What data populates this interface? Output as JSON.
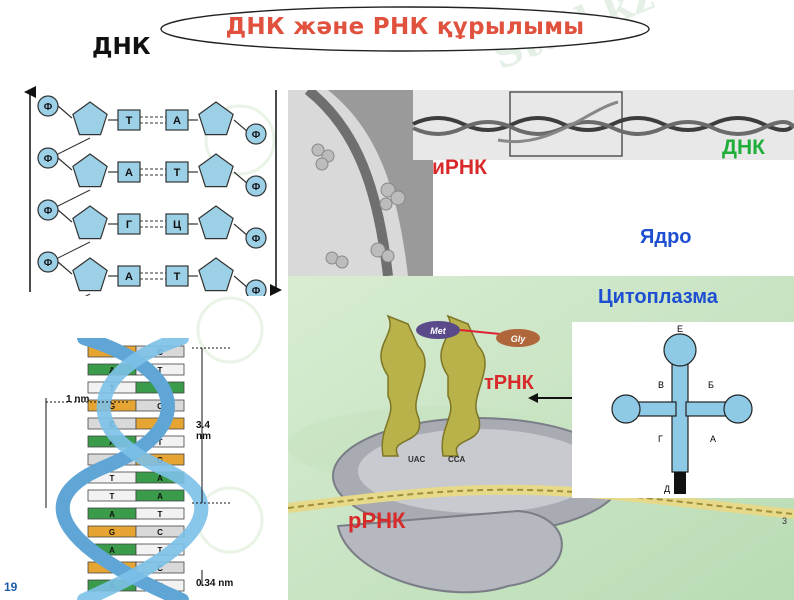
{
  "slide": {
    "title": "ДНК және РНК құрылымы",
    "side_label": "ДНК",
    "page_number": "19",
    "watermark": "Stud.kz"
  },
  "dna_schematic": {
    "phosphate_label": "Ф",
    "left_bases": [
      "Т",
      "А",
      "Г",
      "А"
    ],
    "right_bases": [
      "А",
      "Т",
      "Ц",
      "Т"
    ]
  },
  "helix": {
    "scale_labels": [
      "1 nm",
      "3.4 nm",
      "0.34 nm"
    ],
    "base_pairs": [
      [
        "G",
        "C"
      ],
      [
        "A",
        "T"
      ],
      [
        "T",
        "A"
      ],
      [
        "G",
        "C"
      ],
      [
        "C",
        "G"
      ],
      [
        "A",
        "T"
      ],
      [
        "C",
        "G"
      ],
      [
        "T",
        "A"
      ],
      [
        "T",
        "A"
      ],
      [
        "A",
        "T"
      ],
      [
        "G",
        "C"
      ],
      [
        "A",
        "T"
      ],
      [
        "G",
        "C"
      ],
      [
        "A",
        "T"
      ]
    ]
  },
  "micrograph": {
    "mrna_label": "иРНК",
    "dna_label": "ДНК",
    "nucleus_label": "Ядро"
  },
  "cytoplasm": {
    "cytoplasm_label": "Цитоплазма",
    "trna_label": "тРНК",
    "rrna_label": "рРНК",
    "amino_acids": [
      "Met",
      "Gly"
    ],
    "codons": [
      "UAC",
      "CCA"
    ],
    "corner_number": "3"
  },
  "trna_inset": {
    "arm_labels": [
      "Е",
      "В",
      "Б",
      "Г",
      "А",
      "Д"
    ]
  }
}
